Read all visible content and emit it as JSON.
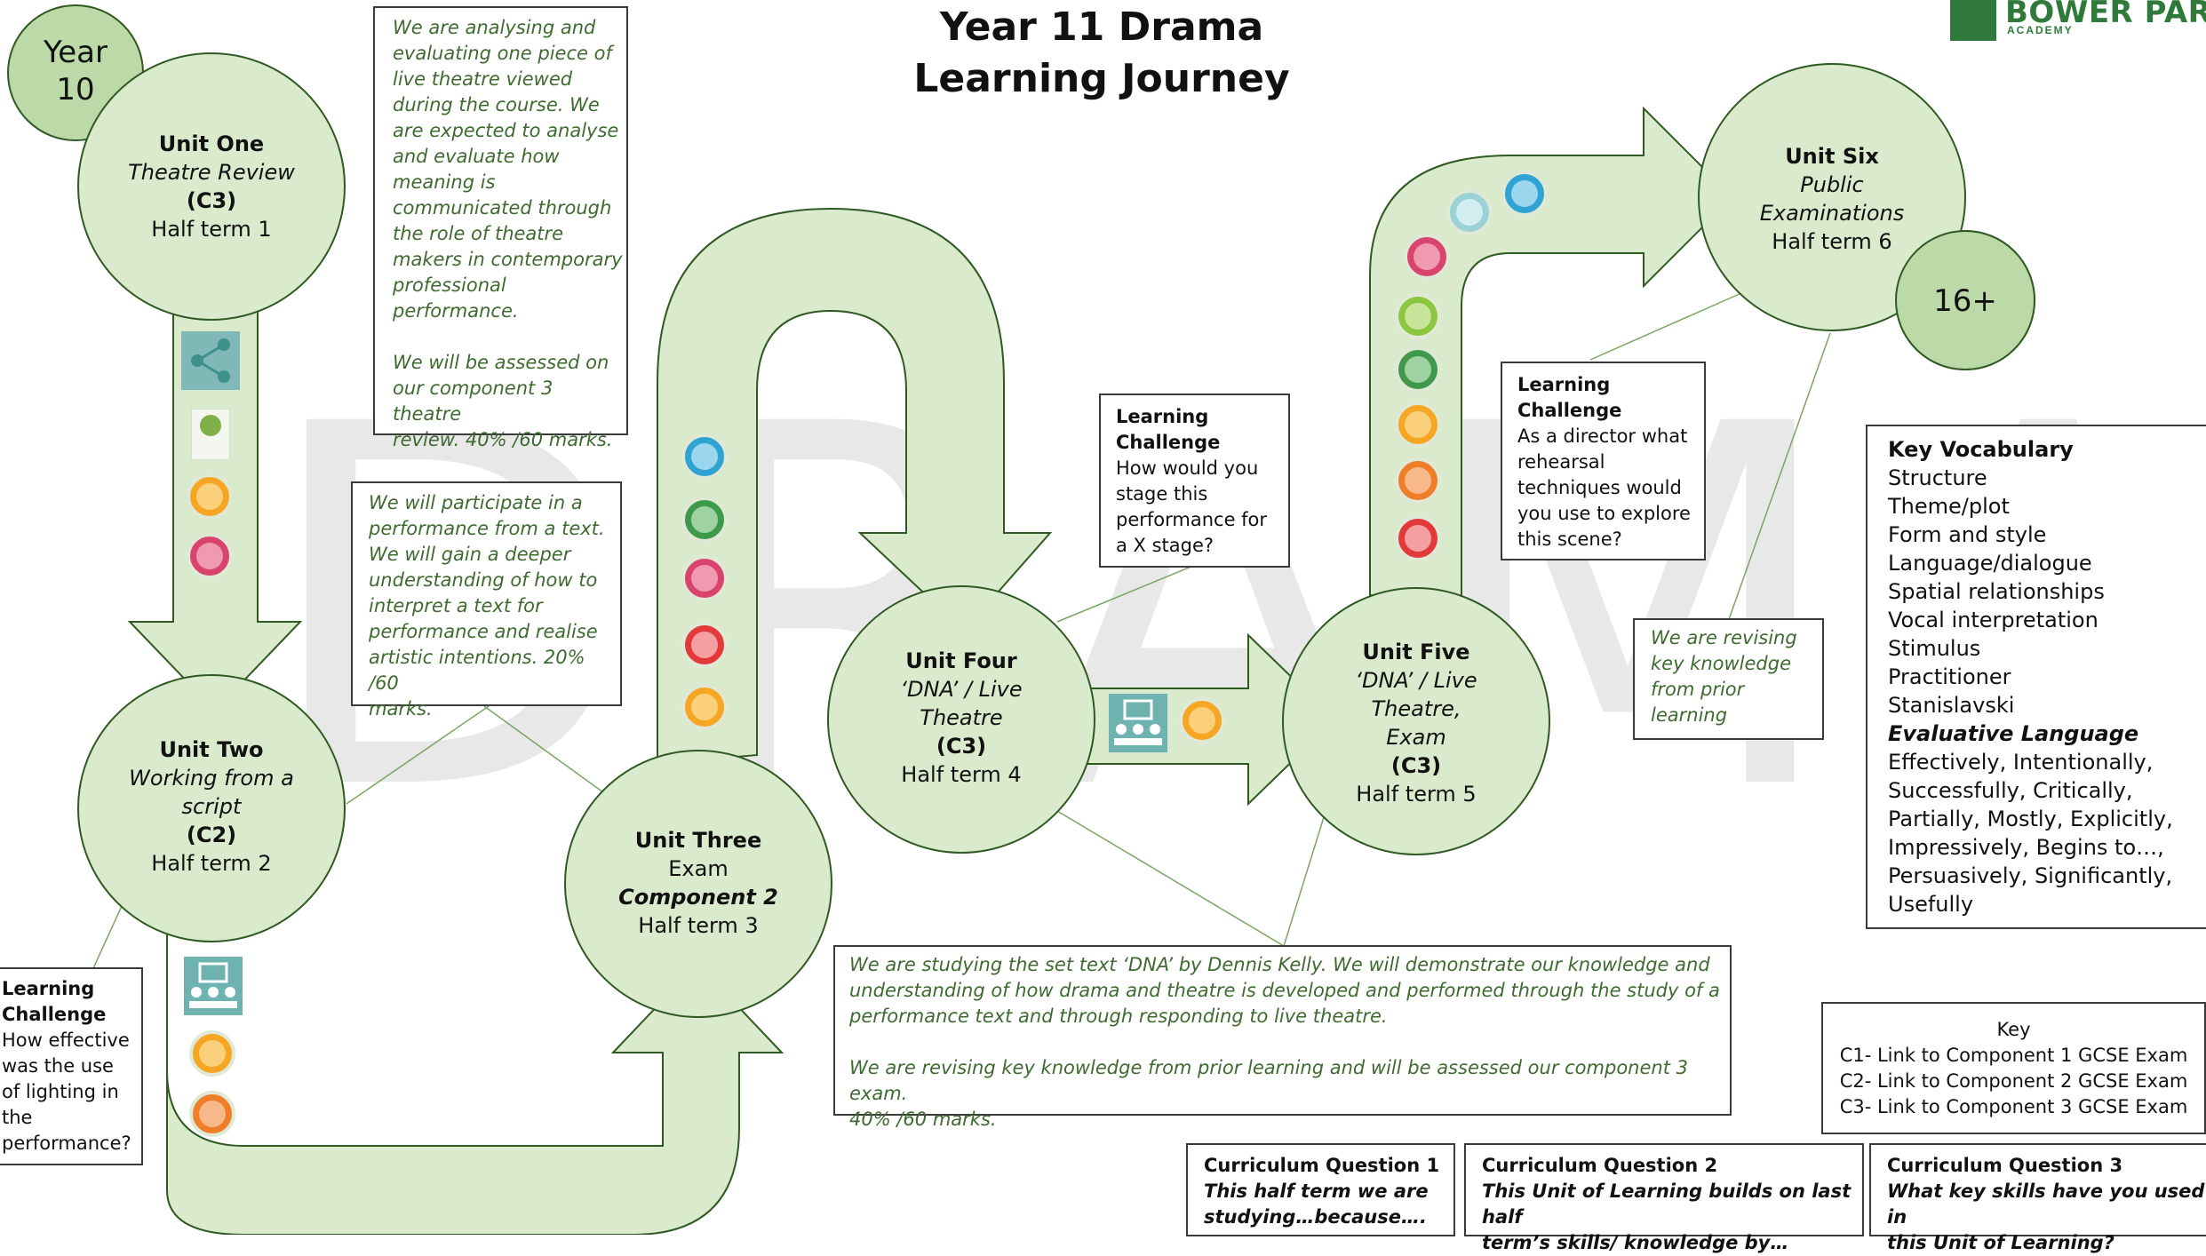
{
  "title": {
    "line1": "Year 11 Drama",
    "line2": "Learning Journey"
  },
  "logo": {
    "name": "BOWER PARK",
    "sub": "ACADEMY"
  },
  "watermark": "DRAMA",
  "colors": {
    "path_fill": "#daeacd",
    "path_stroke": "#2f5a22",
    "circle_fill": "#daeacd",
    "accent_green": "#2f7a3a",
    "italic_text": "#3e6b2f"
  },
  "year_start": {
    "line1": "Year",
    "line2": "10"
  },
  "year_end": {
    "label": "16+"
  },
  "units": [
    {
      "title": "Unit One",
      "subtitle": "Theatre Review",
      "component": "(C3)",
      "term": "Half term 1"
    },
    {
      "title": "Unit Two",
      "subtitle_line1": "Working from a",
      "subtitle_line2": "script",
      "component": "(C2)",
      "term": "Half term 2"
    },
    {
      "title": "Unit Three",
      "subtitle": "Exam",
      "component": "Component 2",
      "term": "Half term 3"
    },
    {
      "title": "Unit Four",
      "subtitle_line1": "‘DNA’ / Live",
      "subtitle_line2": "Theatre",
      "component": "(C3)",
      "term": "Half term 4"
    },
    {
      "title": "Unit Five",
      "subtitle_line1": "‘DNA’ / Live",
      "subtitle_line2": "Theatre,",
      "subtitle_line3": "Exam",
      "component": "(C3)",
      "term": "Half term 5"
    },
    {
      "title": "Unit Six",
      "subtitle_line1": "Public",
      "subtitle_line2": "Examinations",
      "term": "Half term 6"
    }
  ],
  "notes": {
    "unit_one": [
      "We are analysing and",
      "evaluating one piece of",
      "live theatre viewed",
      "during the course. We",
      "are expected to analyse",
      "and evaluate how",
      "meaning is",
      "communicated through",
      "the role of theatre",
      "makers in contemporary",
      "professional",
      "performance.",
      "",
      "We will be assessed on",
      "our component 3 theatre",
      "review. 40% /60 marks."
    ],
    "unit_two": [
      "We will participate in a",
      "performance from a text.",
      "We  will gain a deeper",
      "understanding of how to",
      "interpret a text for",
      "performance and realise",
      "artistic intentions. 20% /60",
      "marks."
    ],
    "unit_four_five": [
      "We are studying the set text ‘DNA’ by Dennis Kelly. We will demonstrate our knowledge and",
      "understanding of how drama and theatre is developed and performed through the study of a",
      "performance text and through responding to live theatre.",
      "",
      "We are revising key knowledge from prior learning and will be assessed our component 3 exam.",
      "40% /60 marks."
    ],
    "unit_six": [
      "We are revising",
      "key knowledge",
      "from prior",
      "learning"
    ]
  },
  "learning_challenges": {
    "unit_two": {
      "heading": [
        "Learning",
        "Challenge"
      ],
      "lines": [
        "How effective",
        "was the use",
        "of lighting in",
        "the",
        "performance?"
      ]
    },
    "unit_four": {
      "heading": [
        "Learning",
        "Challenge"
      ],
      "lines": [
        "How would you",
        "stage this",
        "performance for",
        "a X stage?"
      ]
    },
    "unit_five": {
      "heading": [
        "Learning",
        "Challenge"
      ],
      "lines": [
        "As a director what",
        "rehearsal",
        "techniques would",
        "you use to explore",
        "this scene?"
      ]
    }
  },
  "vocabulary": {
    "heading": "Key Vocabulary",
    "items": [
      "Structure",
      "Theme/plot",
      "Form and style",
      "Language/dialogue",
      "Spatial relationships",
      "Vocal interpretation",
      "Stimulus",
      "Practitioner",
      "Stanislavski"
    ],
    "subheading": "Evaluative Language",
    "evaluative": [
      "Effectively, Intentionally,",
      "Successfully, Critically,",
      "Partially, Mostly, Explicitly,",
      "Impressively, Begins to…,",
      "Persuasively, Significantly,",
      "Usefully"
    ]
  },
  "key": {
    "heading": "Key",
    "items": [
      "C1- Link to Component 1 GCSE Exam",
      "C2- Link to Component 2 GCSE Exam",
      "C3- Link to Component 3 GCSE Exam"
    ]
  },
  "curriculum_questions": [
    {
      "heading": "Curriculum  Question 1",
      "lines": [
        "This half term we are",
        "studying…because…."
      ]
    },
    {
      "heading": "Curriculum  Question  2",
      "lines": [
        "This Unit of Learning builds on last half",
        "term’s skills/ knowledge by…"
      ]
    },
    {
      "heading": "Curriculum  Question 3",
      "lines": [
        "What key skills have you used in",
        "this Unit of Learning?"
      ]
    }
  ],
  "skill_badges": {
    "segment1": [
      "teamwork-icon",
      "individual-liberty-icon",
      "creativity-icon",
      "listening-icon"
    ],
    "segment3": [
      "teamwork-icon",
      "aiming-high-icon",
      "listening-icon",
      "speaking-icon",
      "creativity-icon"
    ],
    "segment4": [
      "collaboration-icon",
      "creativity-icon"
    ],
    "segment5": [
      "listening-icon",
      "staying-positive-icon",
      "aiming-high-icon",
      "creativity-icon",
      "problem-solving-icon",
      "speaking-icon",
      "leadership-icon",
      "teamwork-icon"
    ],
    "segment2": [
      "collaboration-icon",
      "creativity-icon",
      "problem-solving-icon"
    ]
  }
}
